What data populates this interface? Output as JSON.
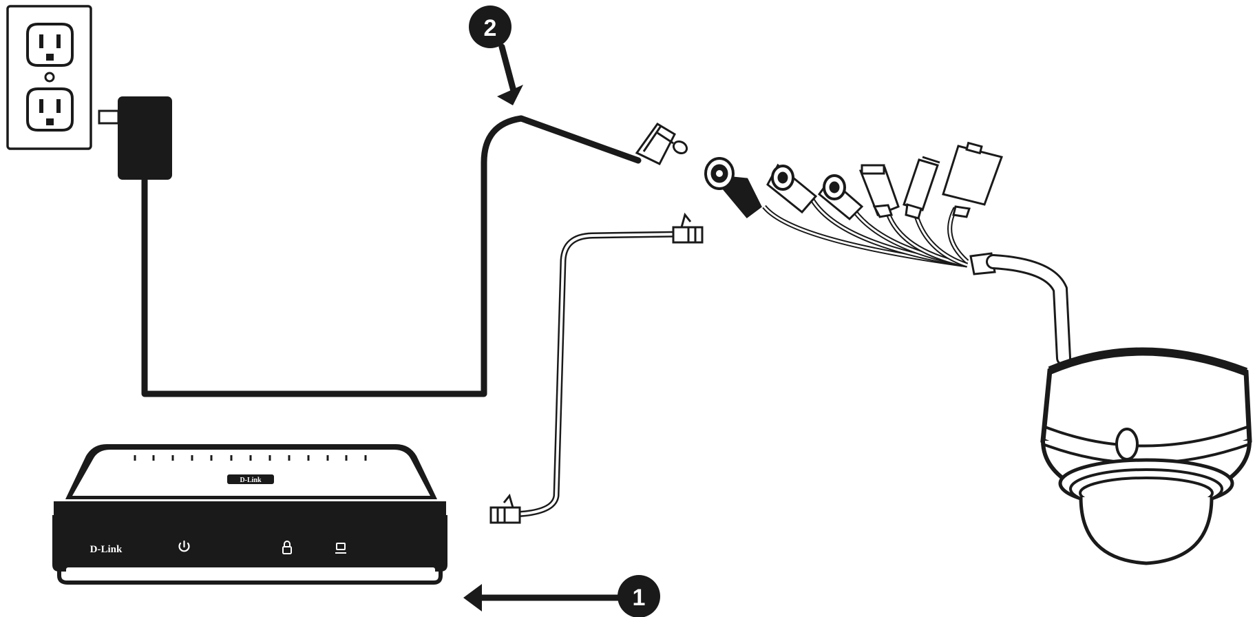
{
  "colors": {
    "stroke": "#1a1a1a",
    "background": "#ffffff",
    "badge_text": "#ffffff"
  },
  "steps": [
    {
      "number": "1",
      "target": "router"
    },
    {
      "number": "2",
      "target": "power-cable"
    }
  ],
  "router": {
    "brand": "D-Link",
    "top_logo": "D-Link",
    "icons": [
      "power-icon",
      "lock-icon",
      "computer-icon"
    ]
  },
  "outlet": {
    "sockets": 2
  },
  "camera": {
    "connector_count": 6
  }
}
